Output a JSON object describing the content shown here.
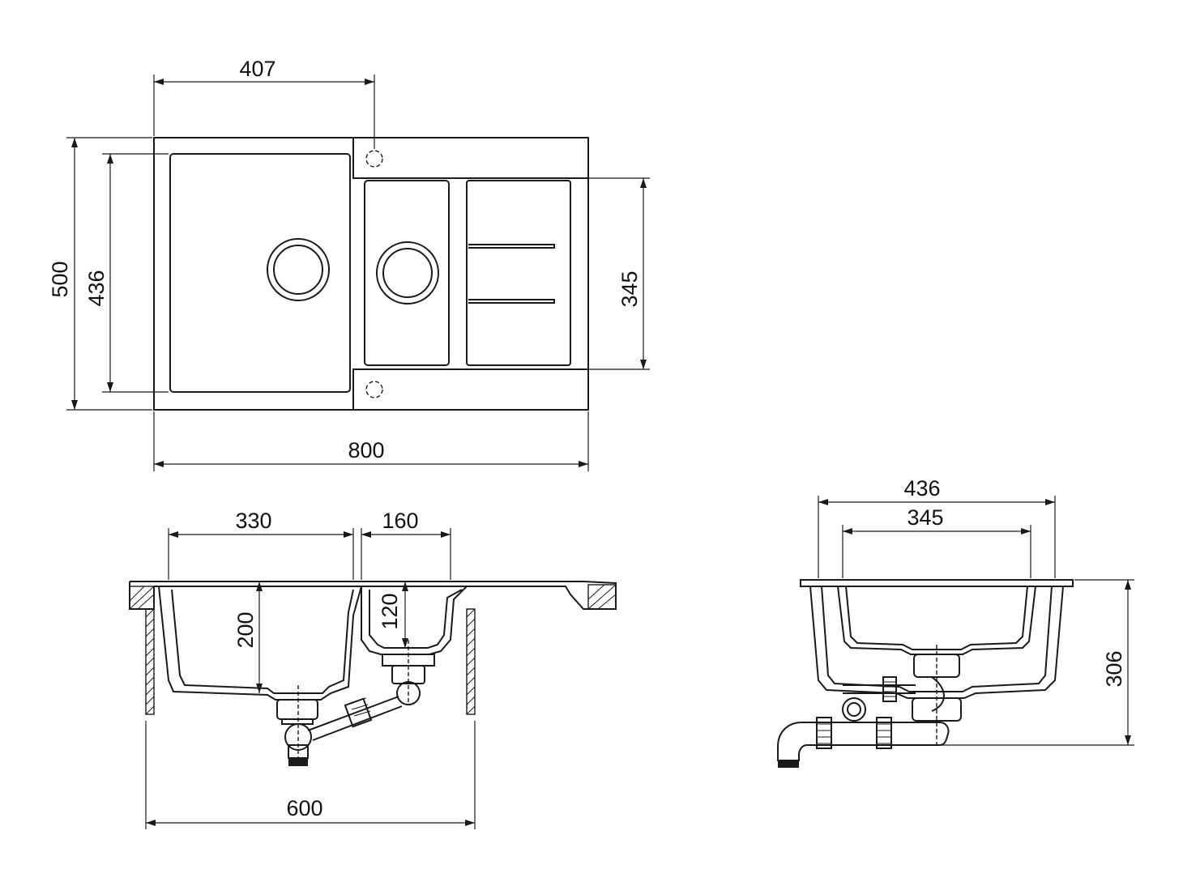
{
  "top_view": {
    "width_label": "800",
    "depth_label": "500",
    "bowl_depth_label": "436",
    "tap_offset_label": "407",
    "small_bowl_label": "345"
  },
  "front_view": {
    "large_bowl_width_label": "330",
    "small_bowl_width_label": "160",
    "large_bowl_depth_label": "200",
    "small_bowl_depth_label": "120",
    "cabinet_width_label": "600"
  },
  "side_view": {
    "outer_width_label": "436",
    "inner_width_label": "345",
    "height_label": "306"
  }
}
